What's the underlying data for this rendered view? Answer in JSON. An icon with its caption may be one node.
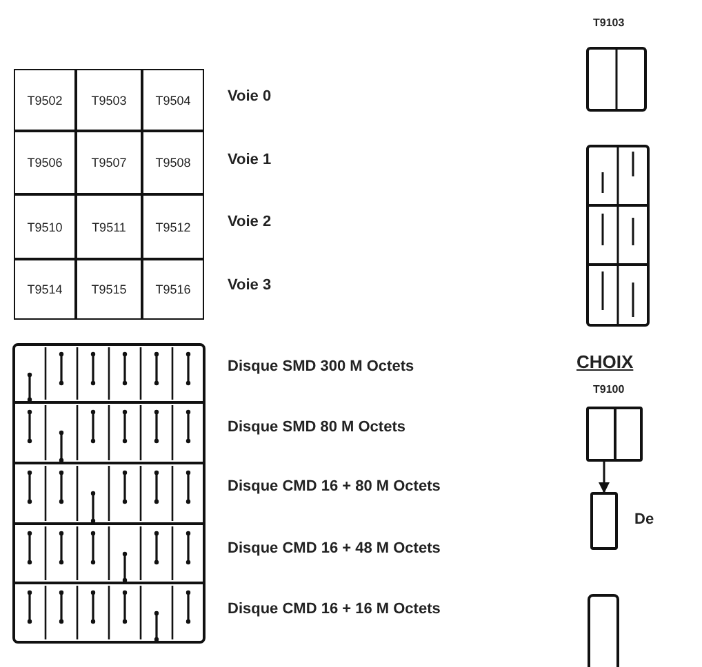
{
  "diagram": {
    "nodes": [
      {
        "text": [
          "T9502"
        ]
      },
      {
        "text": [
          "T9503"
        ]
      },
      {
        "text": [
          "T9504"
        ]
      },
      {
        "text": [
          "T9506"
        ]
      },
      {
        "text": [
          "T9507"
        ]
      },
      {
        "text": [
          "T9508"
        ]
      },
      {
        "text": [
          "T9510"
        ]
      },
      {
        "text": [
          "T9511"
        ]
      },
      {
        "text": [
          "T9512"
        ]
      },
      {
        "text": [
          "T9514"
        ]
      },
      {
        "text": [
          "T9515"
        ]
      },
      {
        "text": [
          "T9516"
        ]
      },
      {
        "text": [],
        "shape": "box"
      },
      {
        "text": [],
        "shape": "box",
        "beside": [
          "De"
        ]
      }
    ],
    "edges": [
      {
        "from": 12,
        "to": 13,
        "arrow": "to"
      }
    ],
    "labels": [
      "T9103",
      "Voie 0",
      "Voie 1",
      "Voie 2",
      "Voie 3",
      "Disque SMD 300 M Octets",
      "Disque SMD 80 M Octets",
      "CHOIX",
      "Disque CMD 16 + 80 M Octets",
      "T9100",
      "Disque CMD 16 + 48 M Octets",
      "Disque CMD 16 + 16 M Octets"
    ]
  }
}
